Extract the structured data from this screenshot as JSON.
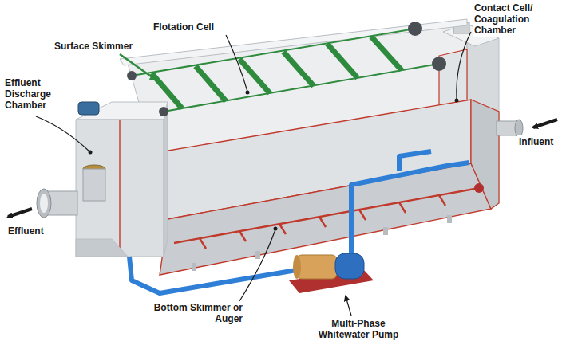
{
  "diagram": {
    "labels": [
      "Surface Skimmer",
      "Flotation Cell",
      "Contact Cell/ Coagulation Chamber",
      "Effluent Discharge Chamber",
      "Influent",
      "Effluent",
      "Bottom Skimmer or Auger",
      "Multi-Phase Whitewater Pump"
    ]
  }
}
